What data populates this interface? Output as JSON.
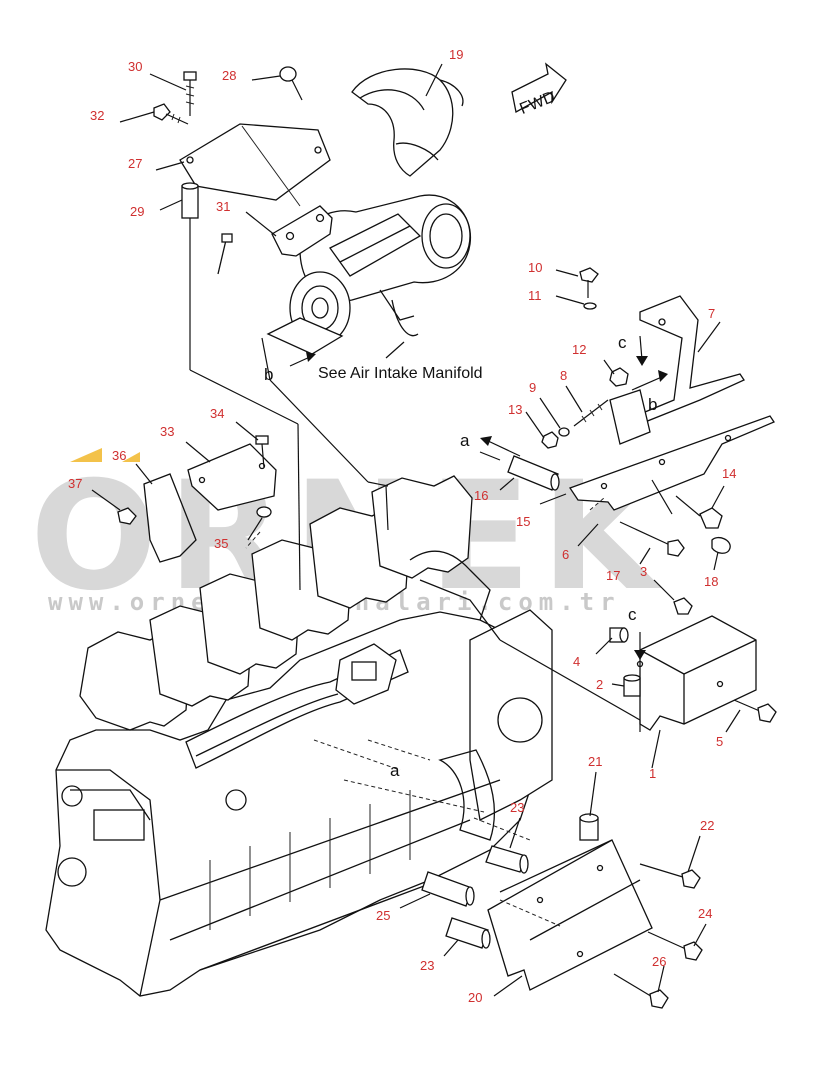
{
  "watermark": {
    "brand": "ORNEK",
    "url": "www.ornekisMakinalari.com.tr",
    "accent_color": "#f3c24a"
  },
  "direction_label": "FWD",
  "note": "See Air Intake Manifold",
  "letters": {
    "a1": "a",
    "a2": "a",
    "b1": "b",
    "b2": "b",
    "c1": "c",
    "c2": "c"
  },
  "callouts": {
    "n1": "1",
    "n2": "2",
    "n3": "3",
    "n4": "4",
    "n5": "5",
    "n6": "6",
    "n7": "7",
    "n8": "8",
    "n9": "9",
    "n10": "10",
    "n11": "11",
    "n12": "12",
    "n13": "13",
    "n14": "14",
    "n15": "15",
    "n16": "16",
    "n17": "17",
    "n18": "18",
    "n19": "19",
    "n20": "20",
    "n21": "21",
    "n22": "22",
    "n23a": "23",
    "n23b": "23",
    "n24": "24",
    "n25": "25",
    "n26": "26",
    "n27": "27",
    "n28": "28",
    "n29": "29",
    "n30": "30",
    "n31": "31",
    "n32": "32",
    "n33": "33",
    "n34": "34",
    "n35": "35",
    "n36": "36",
    "n37": "37"
  }
}
